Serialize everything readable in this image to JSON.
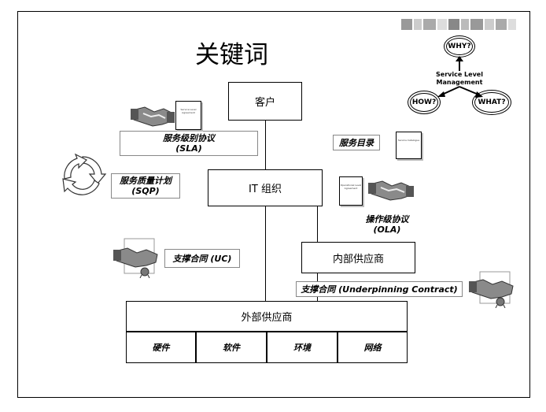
{
  "title": "关键词",
  "boxes": {
    "customer": "客户",
    "it_org": "IT 组织",
    "internal_supplier": "内部供应商",
    "external_supplier": "外部供应商"
  },
  "external_cells": [
    "硬件",
    "软件",
    "环境",
    "网络"
  ],
  "labels": {
    "sla_line1": "服务级别协议",
    "sla_line2": "(SLA)",
    "sqp_line1": "服务质量计划",
    "sqp_line2": "(SQP)",
    "service_catalog": "服务目录",
    "ola_line1": "操作级协议",
    "ola_line2": "(OLA)",
    "uc": "支撑合同 (UC)",
    "underpinning": "支撑合同 (Underpinning Contract)"
  },
  "docs": {
    "sla_doc": "Service Level Agreement",
    "catalog_doc": "Service Catalogue",
    "ola_doc": "Operational Level Agreement"
  },
  "slm": {
    "why": "WHY?",
    "how": "HOW?",
    "what": "WHAT?",
    "center_line1": "Service Level",
    "center_line2": "Management"
  }
}
